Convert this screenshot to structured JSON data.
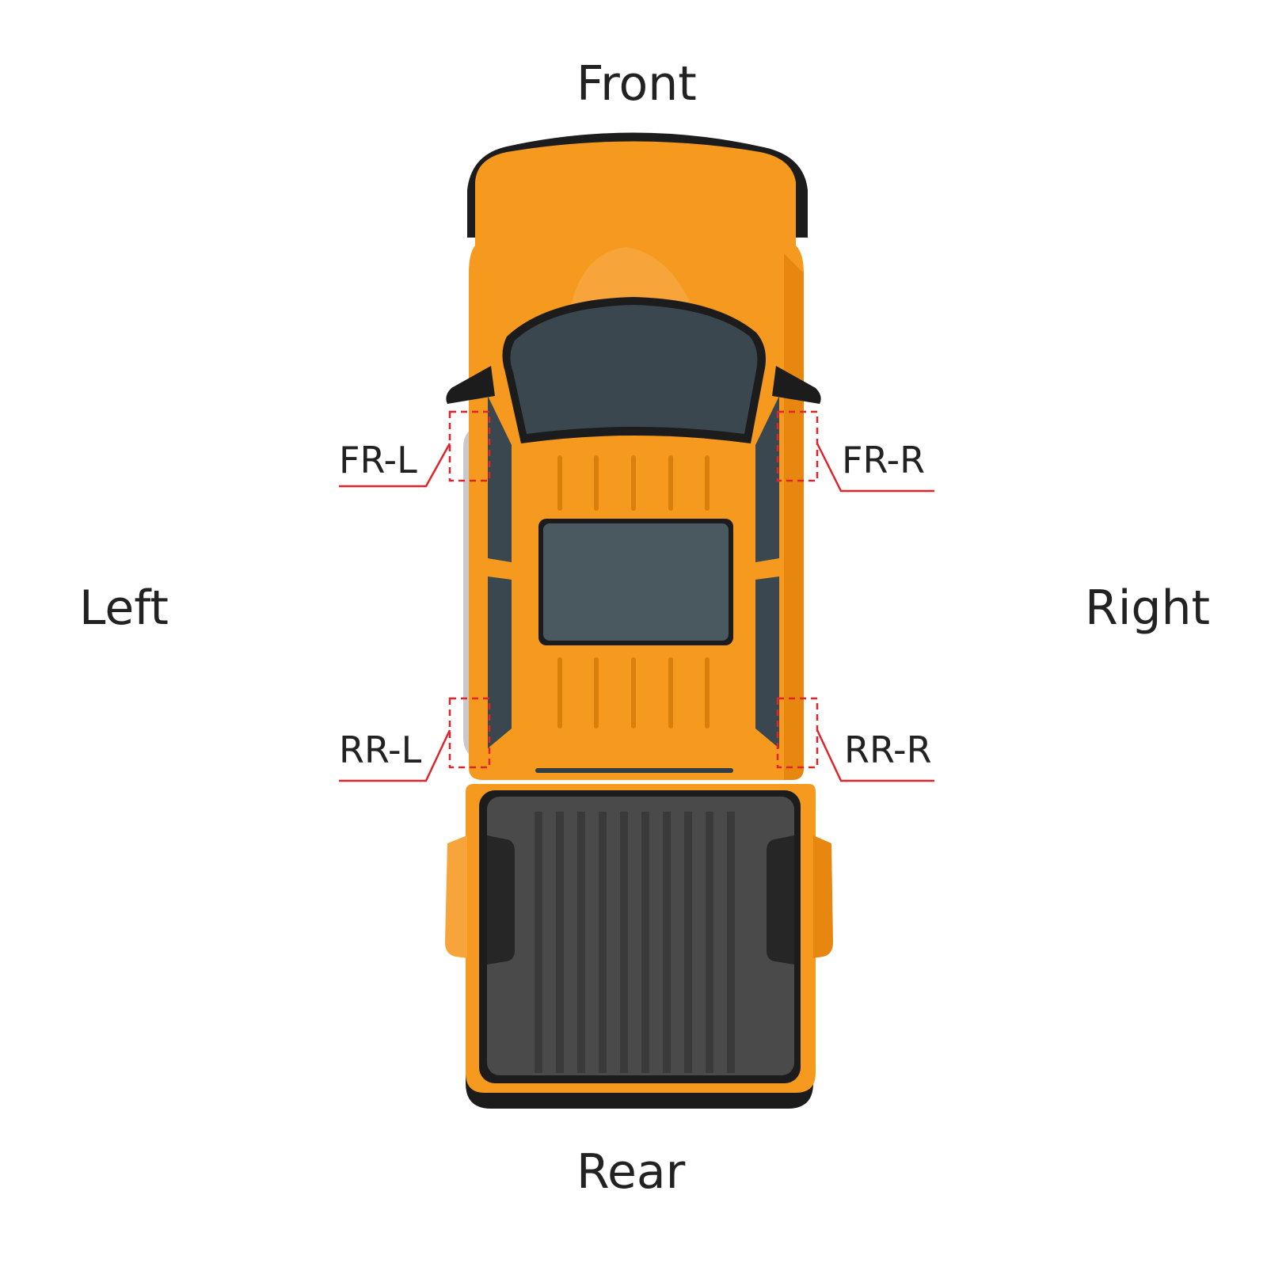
{
  "labels": {
    "front": "Front",
    "rear": "Rear",
    "left": "Left",
    "right": "Right"
  },
  "positions": {
    "front_left": "FR-L",
    "front_right": "FR-R",
    "rear_left": "RR-L",
    "rear_right": "RR-R"
  },
  "colors": {
    "body": "#F59A1F",
    "body_shadow": "#E8870F",
    "glass": "#3A474E",
    "trim": "#1C1C1C",
    "bed": "#4A4A4A",
    "accent_red": "#E0242B",
    "side_panel": "#C9C9CB"
  }
}
